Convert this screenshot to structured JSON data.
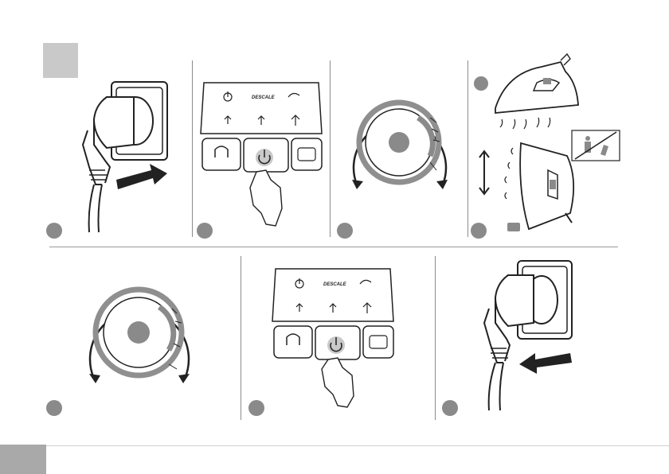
{
  "control_panel": {
    "descale_label": "DESCALE"
  },
  "steps": {
    "top_row": [
      "step-1",
      "step-2",
      "step-3",
      "step-4"
    ],
    "bottom_row": [
      "step-5",
      "step-6",
      "step-7"
    ]
  },
  "icons": [
    "plug-in-icon",
    "power-button-icon",
    "steam-dial-icon",
    "vertical-steam-icon",
    "no-person-warning-icon",
    "unplug-icon"
  ],
  "colors": {
    "grey_marker": "#8a8a8a",
    "header_square": "#c9c9c9",
    "footer_tab": "#a9a9a9",
    "dial_ring": "#8f8f8f"
  }
}
